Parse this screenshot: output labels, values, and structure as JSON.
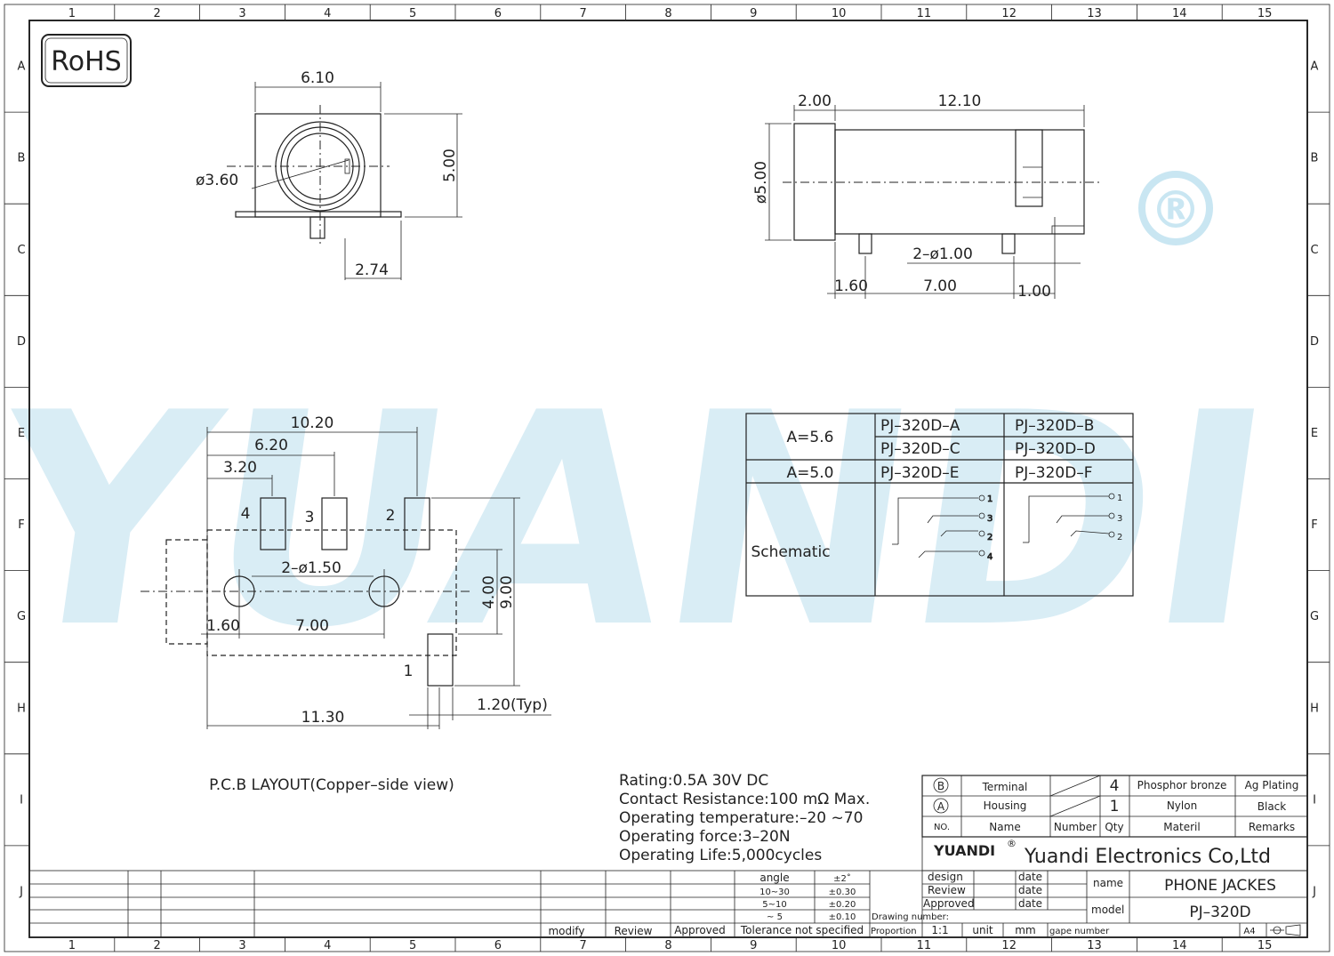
{
  "border": {
    "columns": [
      "1",
      "2",
      "3",
      "4",
      "5",
      "6",
      "7",
      "8",
      "9",
      "10",
      "11",
      "12",
      "13",
      "14",
      "15"
    ],
    "rows": [
      "A",
      "B",
      "C",
      "D",
      "E",
      "F",
      "G",
      "H",
      "I",
      "J"
    ]
  },
  "logo": {
    "rohs": "RoHS",
    "watermark": "YUANDI",
    "registered": "®"
  },
  "front_view": {
    "width": "6.10",
    "diameter": "ø3.60",
    "height": "5.00",
    "pin_offset": "2.74"
  },
  "side_view": {
    "flange": "2.00",
    "length": "12.10",
    "diameter": "ø5.00",
    "pins": "2–ø1.00",
    "pin_offset": "1.60",
    "pin_pitch": "7.00",
    "pin_dia": "1.00"
  },
  "pcb_layout": {
    "dim_total": "10.20",
    "dim_mid": "6.20",
    "dim_small": "3.20",
    "pad_labels": [
      "4",
      "3",
      "2",
      "1"
    ],
    "holes": "2–ø1.50",
    "hole_offset": "1.60",
    "hole_pitch": "7.00",
    "dim_inner": "4.00",
    "dim_outer": "9.00",
    "dim_length": "11.30",
    "dim_pad": "1.20(Typ)",
    "caption": "P.C.B LAYOUT(Copper–side view)"
  },
  "variants_table": {
    "rows": [
      {
        "a": "A=5.6",
        "c1": "PJ–320D–A",
        "c2": "PJ–320D–B"
      },
      {
        "a": "",
        "c1": "PJ–320D–C",
        "c2": "PJ–320D–D"
      },
      {
        "a": "A=5.0",
        "c1": "PJ–320D–E",
        "c2": "PJ–320D–F"
      }
    ],
    "schematic_label": "Schematic",
    "schematic_left_pins": [
      "1",
      "3",
      "2",
      "4"
    ],
    "schematic_right_pins": [
      "1",
      "3",
      "2"
    ]
  },
  "specs": [
    "Rating:0.5A 30V DC",
    "Contact Resistance:100 mΩ Max.",
    "Operating temperature:–20  ~70",
    "Operating force:3–20N",
    "Operating Life:5,000cycles"
  ],
  "bom": {
    "rows": [
      {
        "no": "B",
        "name": "Terminal",
        "qty": "4",
        "material": "Phosphor bronze",
        "remarks": "Ag Plating"
      },
      {
        "no": "A",
        "name": "Housing",
        "qty": "1",
        "material": "Nylon",
        "remarks": "Black"
      }
    ],
    "header": {
      "no": "NO.",
      "name": "Name",
      "number": "Number",
      "qty": "Qty",
      "material": "Materil",
      "remarks": "Remarks"
    }
  },
  "title_block": {
    "company_logo": "YUANDI",
    "company": "Yuandi Electronics Co,Ltd",
    "design": "design",
    "review": "Review",
    "approved": "Approved",
    "date": "date",
    "name_label": "name",
    "name_value": "PHONE  JACKES",
    "model_label": "model",
    "model_value": "PJ–320D",
    "drawing_number": "Drawing number:",
    "proportion": "Proportion",
    "proportion_value": "1:1",
    "unit": "unit",
    "unit_value": "mm",
    "gape_number": "gape number",
    "sheet_size": "A4",
    "rev_labels": [
      "modify",
      "Review",
      "Approved"
    ],
    "tolerance": {
      "rows": [
        {
          "k": "angle",
          "v": "±2˚"
        },
        {
          "k": "10~30",
          "v": "±0.30"
        },
        {
          "k": "5~10",
          "v": "±0.20"
        },
        {
          "k": "~ 5",
          "v": "±0.10"
        }
      ],
      "footer": "Tolerance  not  specified"
    }
  }
}
